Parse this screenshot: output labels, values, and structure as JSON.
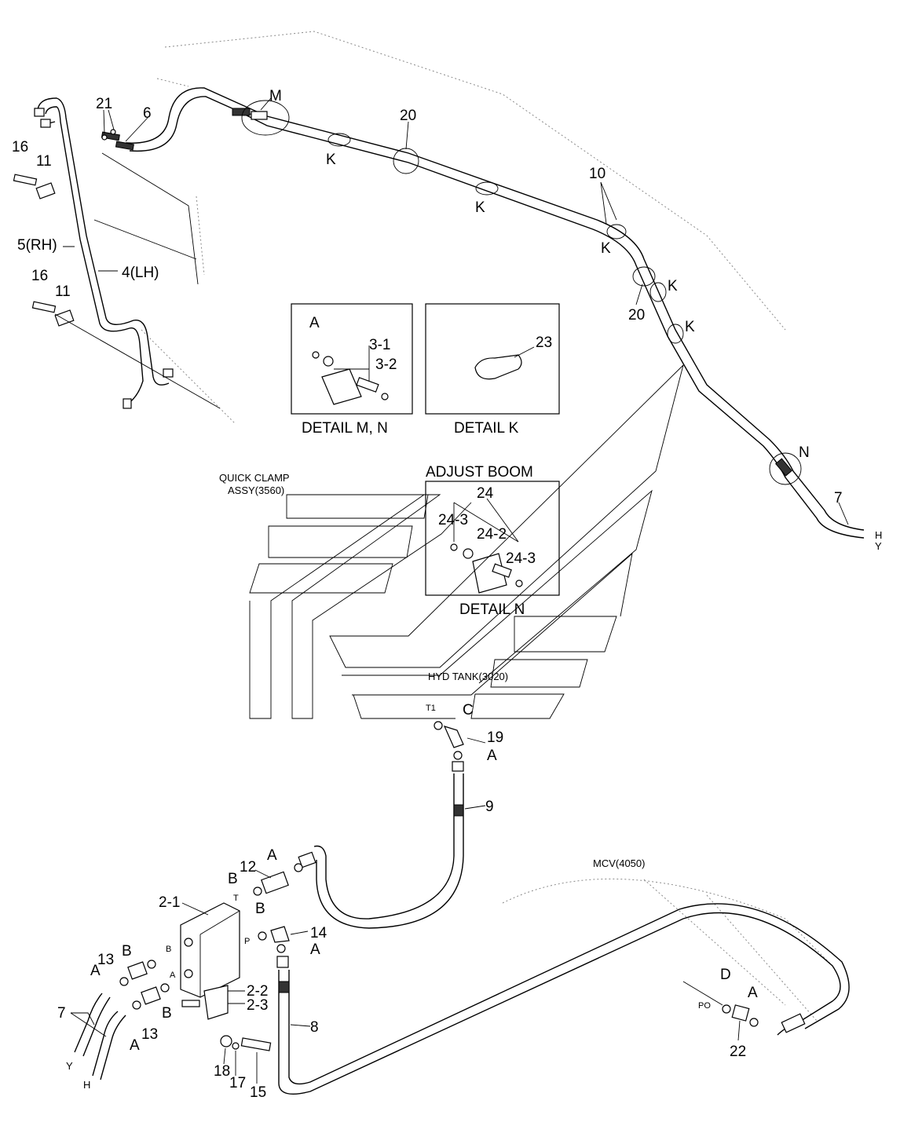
{
  "labels": {
    "p21": "21",
    "p6": "6",
    "pM": "M",
    "p20a": "20",
    "p16a": "16",
    "p11a": "11",
    "k1": "K",
    "k2": "K",
    "k3": "K",
    "k4": "K",
    "k5": "K",
    "p10": "10",
    "p5rh": "5(RH)",
    "p4lh": "4(LH)",
    "p16b": "16",
    "p11b": "11",
    "p20b": "20",
    "pN": "N",
    "p7a": "7",
    "pH1": "H",
    "pY1": "Y",
    "quick_clamp_1": "QUICK CLAMP",
    "quick_clamp_2": "ASSY(3560)",
    "hyd_tank": "HYD TANK(3020)",
    "t1": "T1",
    "pC": "C",
    "p19": "19",
    "pA1": "A",
    "p9": "9",
    "pA2": "A",
    "p12": "12",
    "pB1": "B",
    "pT": "T",
    "p21b": "2-1",
    "pB2": "B",
    "pP": "P",
    "p14": "14",
    "pA3": "A",
    "p13a": "13",
    "pB3": "B",
    "pBport": "B",
    "pAport": "A",
    "pA4": "A",
    "pB4": "B",
    "pA5": "A",
    "p13b": "13",
    "p7b": "7",
    "pY2": "Y",
    "pH2": "H",
    "p22a": "2-2",
    "p23a": "2-3",
    "p18": "18",
    "p17": "17",
    "p15": "15",
    "p8": "8",
    "mcv": "MCV(4050)",
    "pD": "D",
    "pA6": "A",
    "po": "PO",
    "p22": "22"
  },
  "details": {
    "mn": {
      "caption": "DETAIL M, N",
      "labels": {
        "a": "A",
        "p31": "3-1",
        "p32": "3-2"
      }
    },
    "k": {
      "caption": "DETAIL K",
      "labels": {
        "p23": "23"
      }
    },
    "n": {
      "title": "ADJUST BOOM",
      "caption": "DETAIL N",
      "labels": {
        "p24": "24",
        "p243a": "24-3",
        "p242": "24-2",
        "p243b": "24-3"
      }
    }
  }
}
